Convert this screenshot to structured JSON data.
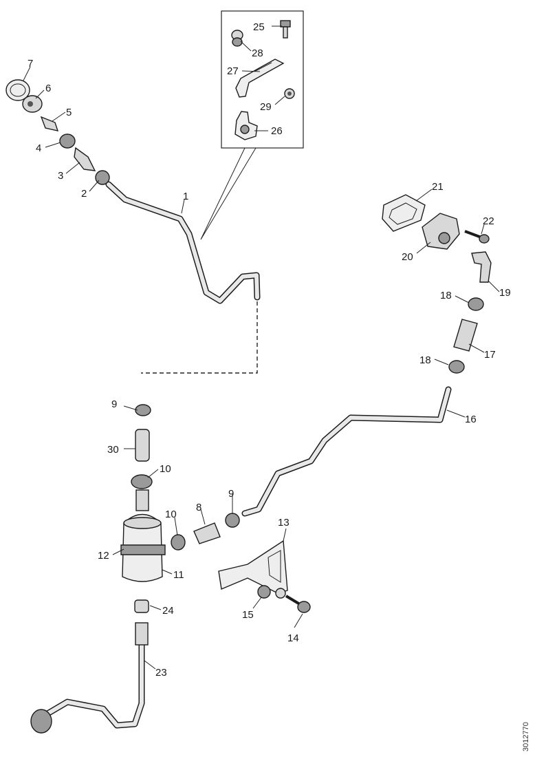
{
  "diagram": {
    "drawing_code": "3012770",
    "callouts": {
      "c1": "1",
      "c2": "2",
      "c3": "3",
      "c4": "4",
      "c5": "5",
      "c6": "6",
      "c7": "7",
      "c8": "8",
      "c9a": "9",
      "c9b": "9",
      "c10a": "10",
      "c10b": "10",
      "c11": "11",
      "c12": "12",
      "c13": "13",
      "c14": "14",
      "c15": "15",
      "c16": "16",
      "c17": "17",
      "c18a": "18",
      "c18b": "18",
      "c19": "19",
      "c20": "20",
      "c21": "21",
      "c22": "22",
      "c23": "23",
      "c24": "24",
      "c25": "25",
      "c26": "26",
      "c27": "27",
      "c28": "28",
      "c29": "29",
      "c30": "30"
    }
  }
}
